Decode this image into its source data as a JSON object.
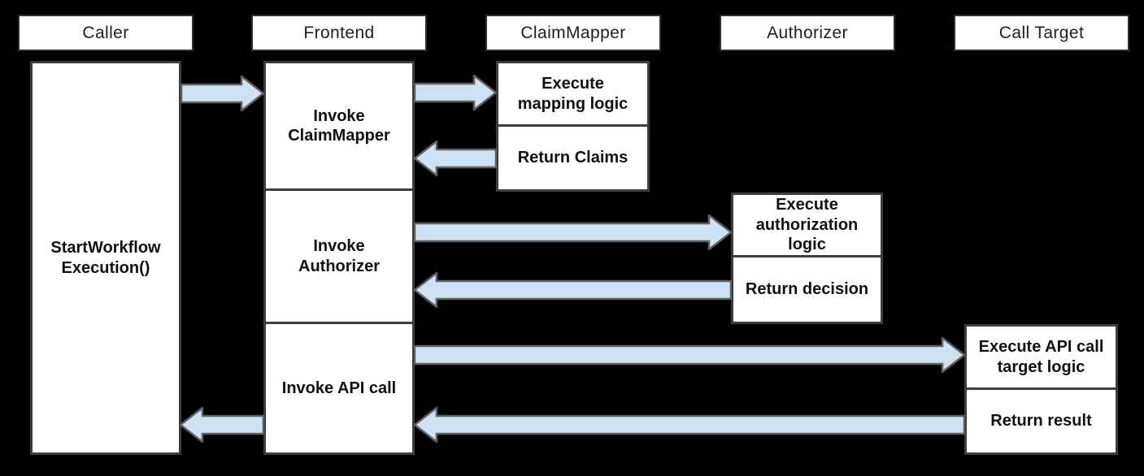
{
  "diagram": {
    "type": "sequence-flow-diagram",
    "lifelines": [
      {
        "label": "Caller"
      },
      {
        "label": "Frontend"
      },
      {
        "label": "ClaimMapper"
      },
      {
        "label": "Authorizer"
      },
      {
        "label": "Call Target"
      }
    ],
    "caller_activation": {
      "label": "StartWorkflow\nExecution()"
    },
    "frontend_sections": [
      {
        "label": "Invoke\nClaimMapper"
      },
      {
        "label": "Invoke\nAuthorizer"
      },
      {
        "label": "Invoke API call"
      }
    ],
    "claimmapper_sections": [
      {
        "label": "Execute\nmapping logic"
      },
      {
        "label": "Return Claims"
      }
    ],
    "authorizer_sections": [
      {
        "label": "Execute\nauthorization\nlogic"
      },
      {
        "label": "Return decision"
      }
    ],
    "calltarget_sections": [
      {
        "label": "Execute API call\ntarget logic"
      },
      {
        "label": "Return result"
      }
    ],
    "arrows": [
      {
        "from": "Caller",
        "to": "Frontend",
        "direction": "right"
      },
      {
        "from": "Frontend",
        "to": "ClaimMapper",
        "direction": "right"
      },
      {
        "from": "ClaimMapper",
        "to": "Frontend",
        "direction": "left"
      },
      {
        "from": "Frontend",
        "to": "Authorizer",
        "direction": "right"
      },
      {
        "from": "Authorizer",
        "to": "Frontend",
        "direction": "left"
      },
      {
        "from": "Frontend",
        "to": "Call Target",
        "direction": "right"
      },
      {
        "from": "Call Target",
        "to": "Frontend",
        "direction": "left"
      },
      {
        "from": "Frontend",
        "to": "Caller",
        "direction": "left"
      }
    ],
    "colors": {
      "background": "#000000",
      "box_fill": "#ffffff",
      "box_border": "#3d3d3d",
      "arrow_fill": "#cfe2f3",
      "arrow_stroke": "#5f5f5f",
      "text": "#111111"
    }
  }
}
